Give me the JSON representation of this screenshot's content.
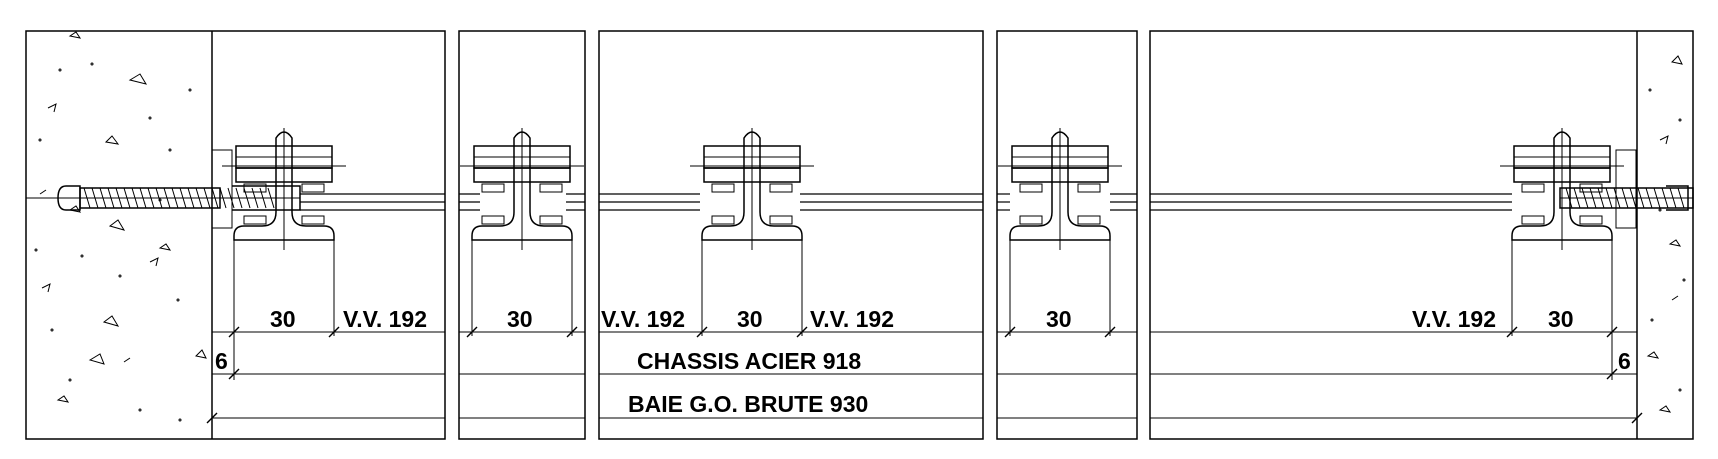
{
  "dimensions": {
    "left_gap": "6",
    "right_gap": "6",
    "d30_a": "30",
    "d30_b": "30",
    "d30_c": "30",
    "d30_d": "30",
    "d30_e": "30",
    "vv_a": "V.V. 192",
    "vv_b": "V.V. 192",
    "vv_c": "V.V. 192",
    "vv_d": "V.V. 192"
  },
  "labels": {
    "chassis": "CHASSIS ACIER 918",
    "baie": "BAIE G.O. BRUTE 930"
  },
  "colors": {
    "line": "#000000",
    "background": "#ffffff"
  }
}
